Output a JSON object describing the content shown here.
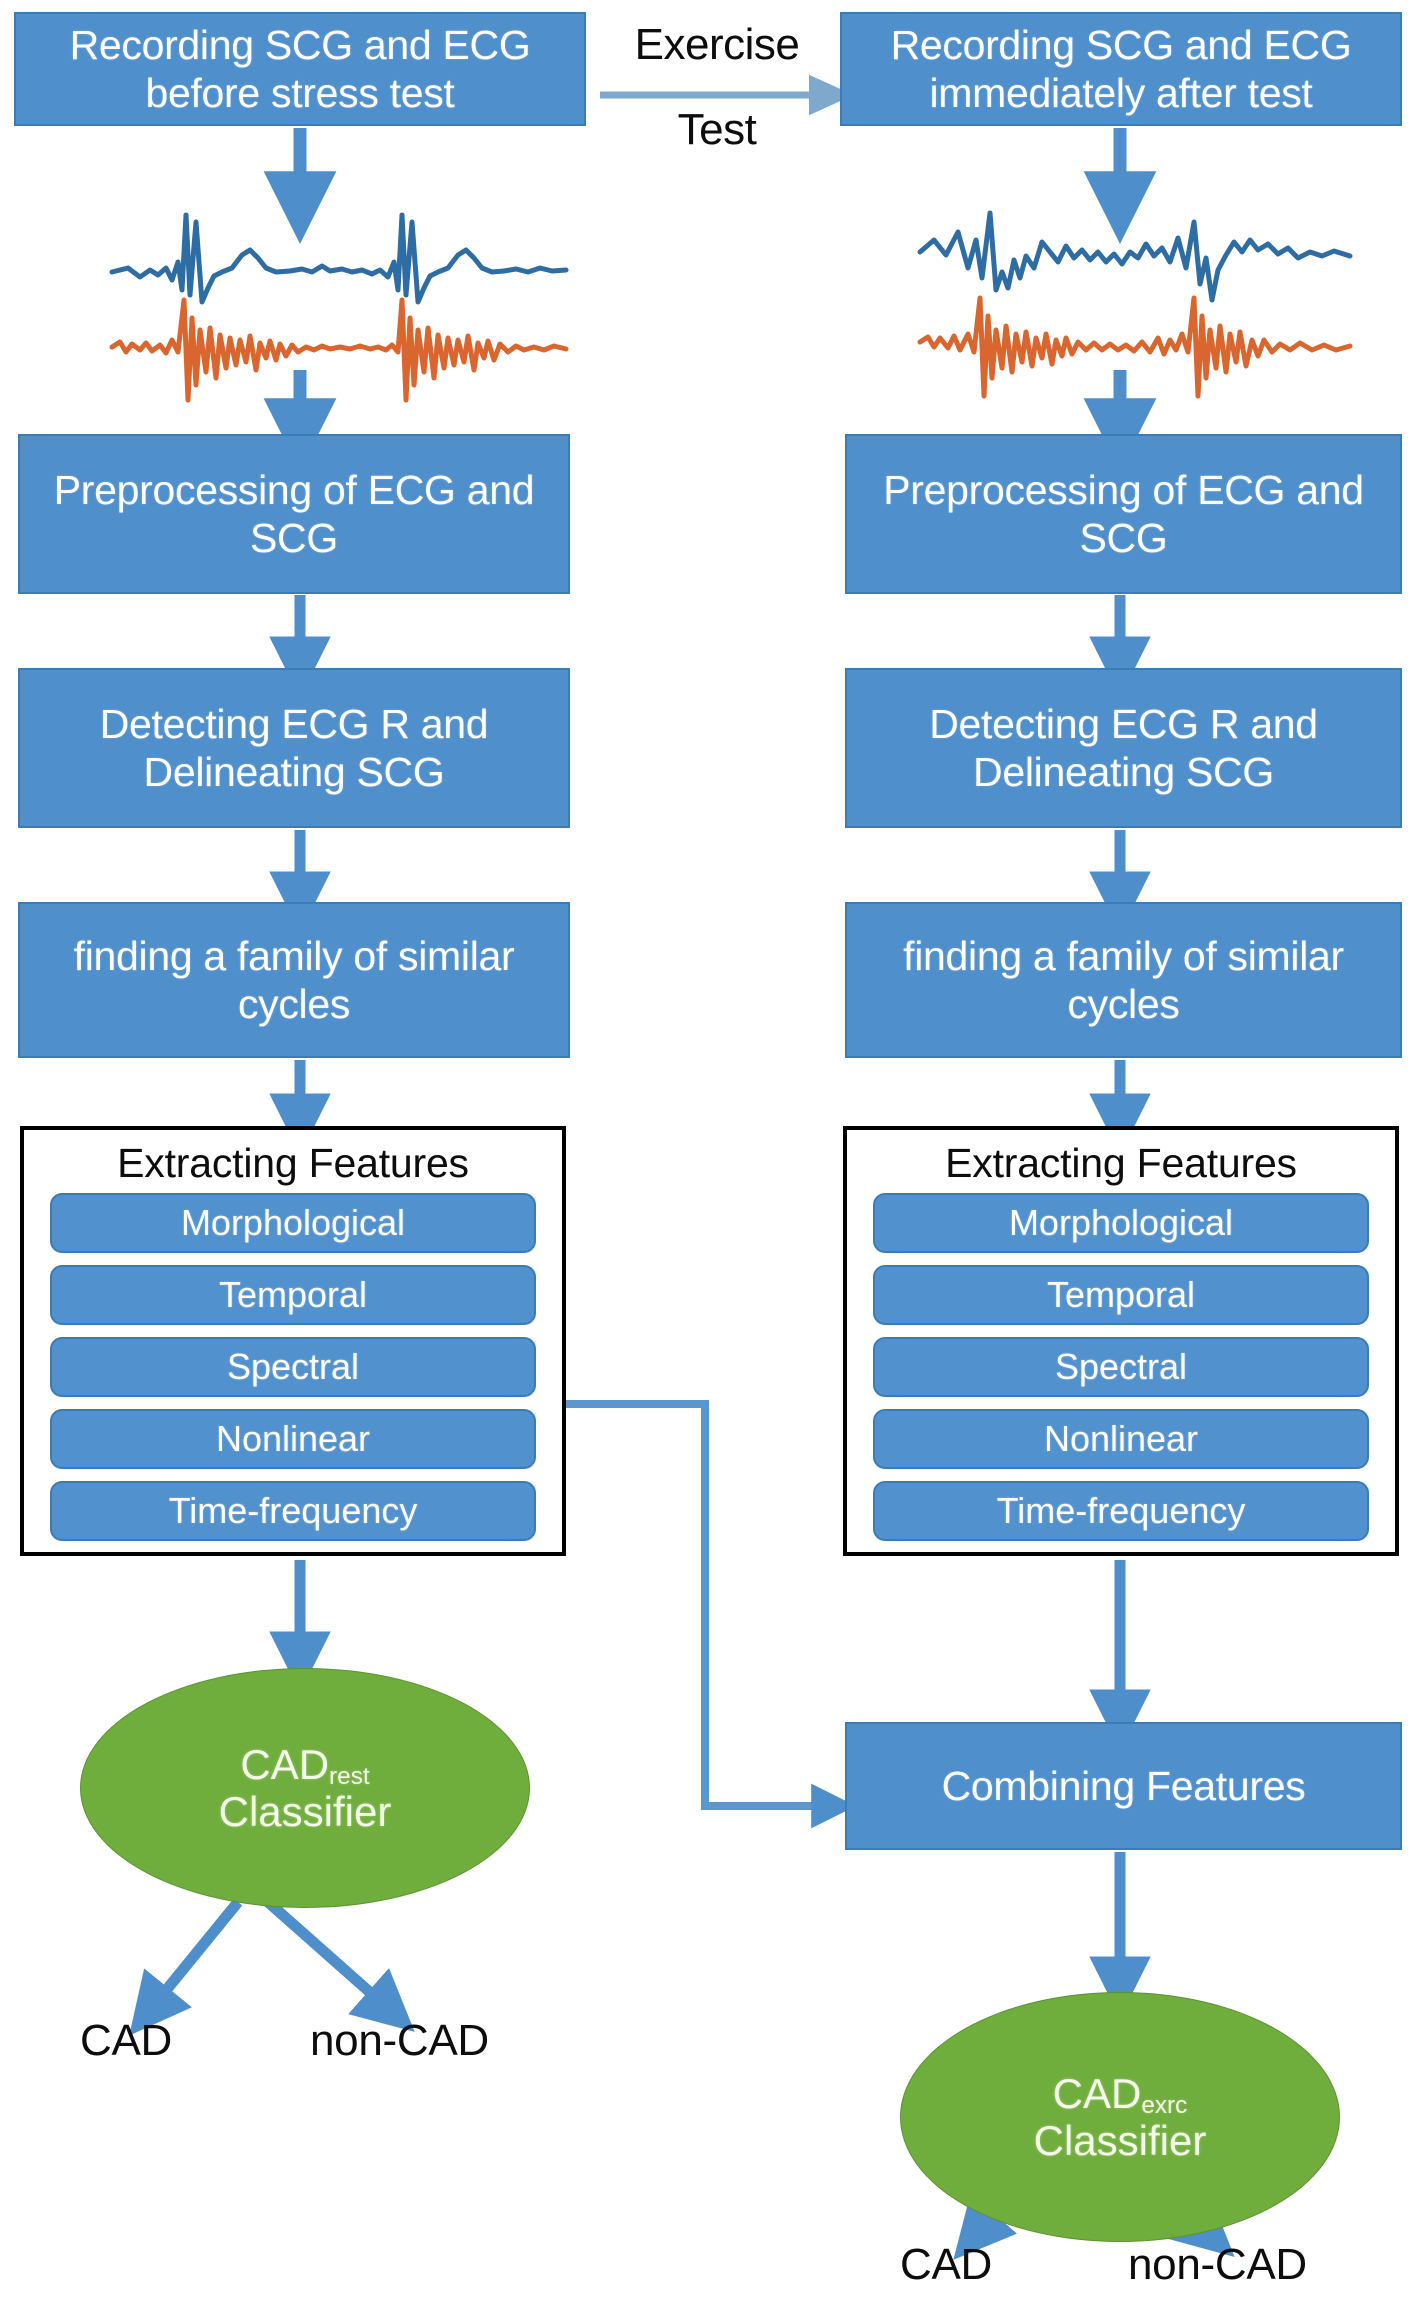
{
  "diagram": {
    "title": "CAD detection pipeline from SCG and ECG before and after exercise stress test",
    "colors": {
      "process_blue": "#4F8FCC",
      "process_blue_border": "#3D7BB5",
      "feature_chip_blue": "#5191CE",
      "classifier_green": "#6FAD3C",
      "arrow_blue": "#4E8FCB",
      "ecg_trace": "#2E6CA4",
      "scg_trace": "#D9662E",
      "outline_black": "#000000",
      "text_white": "#FFFFFF",
      "text_black": "#0D0D0D"
    },
    "left_branch": {
      "name": "rest",
      "record_box": "Recording SCG and ECG before stress test",
      "signals_caption": "",
      "preprocessing_box": "Preprocessing of ECG and SCG",
      "detect_box": "Detecting ECG R and Delineating SCG",
      "family_box": "finding a family of similar cycles",
      "features": {
        "title": "Extracting Features",
        "items": [
          "Morphological",
          "Temporal",
          "Spectral",
          "Nonlinear",
          "Time-frequency"
        ]
      },
      "classifier": {
        "name": "CAD",
        "subscript": "rest",
        "line2": "Classifier"
      },
      "outcomes": [
        "CAD",
        "non-CAD"
      ]
    },
    "right_branch": {
      "name": "exercise",
      "record_box": "Recording SCG and ECG immediately after test",
      "preprocessing_box": "Preprocessing of ECG and SCG",
      "detect_box": "Detecting ECG R and Delineating SCG",
      "family_box": "finding a family of similar cycles",
      "features": {
        "title": "Extracting Features",
        "items": [
          "Morphological",
          "Temporal",
          "Spectral",
          "Nonlinear",
          "Time-frequency"
        ]
      },
      "combining_box": "Combining Features",
      "classifier": {
        "name": "CAD",
        "subscript": "exrc",
        "line2": "Classifier"
      },
      "outcomes": [
        "CAD",
        "non-CAD"
      ]
    },
    "transition_label": {
      "line1": "Exercise",
      "line2": "Test"
    },
    "signal_traces": [
      {
        "id": "ecg-rest",
        "label": "ECG",
        "color": "#2E6CA4"
      },
      {
        "id": "scg-rest",
        "label": "SCG",
        "color": "#D9662E"
      },
      {
        "id": "ecg-exercise",
        "label": "ECG",
        "color": "#2E6CA4"
      },
      {
        "id": "scg-exercise",
        "label": "SCG",
        "color": "#D9662E"
      }
    ]
  }
}
